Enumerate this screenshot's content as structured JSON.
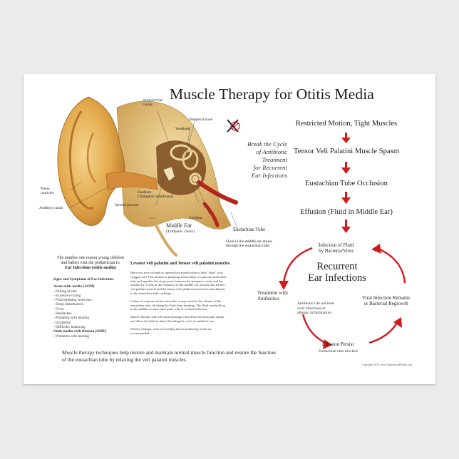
{
  "poster": {
    "title": "Muscle Therapy for Otitis Media",
    "break_cycle": [
      "Break the Cycle",
      "of Antibiotic",
      "Treatment",
      "for Recurrent",
      "Ear Infections"
    ],
    "anatomy_labels": {
      "semicircular": [
        "Semicircular",
        "canals"
      ],
      "temporal_bone": "Temporal bone",
      "vestibule": "Vestibule",
      "pinna": [
        "Pinna",
        "(auricle)"
      ],
      "auditory_canal": "Auditory canal",
      "eardrum": [
        "Eardrum",
        "(Tympanic membrane)"
      ],
      "styloid": "Styloid process",
      "middle_ear": "Middle Ear",
      "middle_ear_sub": "(Tympanic cavity)",
      "cochlea": "Cochlea",
      "eustachian": "Eustachian Tube",
      "fluid_note": [
        "Fluid in the middle ear drains",
        "through the eustachian tube."
      ]
    },
    "flow_steps": [
      "Restricted Motion, Tight Muscles",
      "Tensor Veli Palatini Muscle Spasm",
      "Eustachian Tube Occlusion",
      "Effusion (Fluid in Middle Ear)"
    ],
    "cycle": {
      "infection": [
        "Infection of Fluid",
        "by Bacteria/Virus"
      ],
      "center": [
        "Recurrent",
        "Ear Infections"
      ],
      "treatment": [
        "Treatment with",
        "Antibiotics"
      ],
      "antibiotic_note": [
        "Antibiotics do not treat",
        "viral infections or",
        "allergic inflammation"
      ],
      "viral": [
        "Viral Infection Remains",
        "or Bacterial Regrowth"
      ],
      "effusion": "Effusion Persist",
      "tube_blocked": "Eustachian tube blocked"
    },
    "left_text": {
      "intro": [
        "The number one reason young children",
        "and babies visit the pediatrician is:"
      ],
      "intro_bold": "Ear Infections (otitis media)",
      "signs_title": "Signs and Symptoms of Ear Infections",
      "aom_title": "Acute otitis media (AOM)",
      "aom_items": [
        "- Pulling at ears",
        "- Excessive crying",
        "- Fluid draining from ears",
        "- Sleep disturbances",
        "- Fever",
        "- Headaches",
        "- Problems with hearing",
        "- Irritability",
        "- Difficulty balancing"
      ],
      "ome_title": "Otitis media with effusion (OME)",
      "ome_items": [
        "- Problems with hearing"
      ]
    },
    "middle_text": {
      "heading": "Levator veli palatini and Tensor veli palatini muscles.",
      "para1": [
        "Have you ever yawned so opened you mouth wide to help \"clear\" your",
        "clogged ear? This motion or pumping action helps to open the eustachian",
        "tube and equalize the air pressure between the tympanic cavity and the",
        "outside air. It aids in the clearance of the middle ear, because the levator",
        "veli palatini muscle and the tensor veli palatini muscle have attachments",
        "to the eustachian tube cartilage."
      ],
      "para2": [
        "If there is a spasm in these muscles, it may result in the closure of the",
        "eustachian tube, blocking the fluid from draining. The fluid can build up",
        "in the middle ear and cause pain, with or without infection."
      ],
      "para3": [
        "Muscle therapy and soft tissue massage can release the muscular spasm",
        "and allow the fluid to drain. Breaking the cycle of antibiotic use."
      ],
      "para4": [
        "Dietary changes, such as avoiding mucus producing foods are",
        "recommended."
      ]
    },
    "bottom_text": "Muscle therapy techniques help restore and maintain normal muscle function and restore the function of the eustachian tube by relaxing the veli palatini muscles.",
    "copyright": "Copyright 2013 www.AnatomicalPrints.com",
    "colors": {
      "arrow_red": "#d4191c",
      "ear_skin": "#e7b45a",
      "bone": "#e3c07a"
    }
  }
}
